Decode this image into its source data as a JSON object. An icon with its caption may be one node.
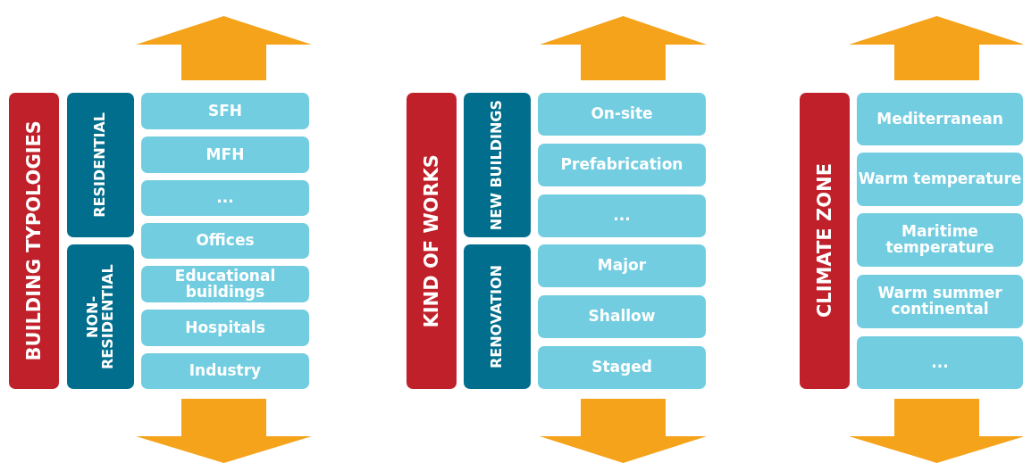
{
  "diagram": {
    "nodes": [
      {
        "text": [
          "BUILDING TYPOLOGIES"
        ]
      },
      {
        "text": [
          "RESIDENTIAL"
        ]
      },
      {
        "text": [
          "NON-RESIDENTIAL"
        ]
      },
      {
        "text": [
          "SFH"
        ]
      },
      {
        "text": [
          "MFH"
        ]
      },
      {
        "text": [
          "..."
        ]
      },
      {
        "text": [
          "Offices"
        ]
      },
      {
        "text": [
          "Educational buildings"
        ]
      },
      {
        "text": [
          "Hospitals"
        ]
      },
      {
        "text": [
          "Industry"
        ]
      },
      {
        "text": [
          "KIND OF WORKS"
        ]
      },
      {
        "text": [
          "NEW BUILDINGS"
        ]
      },
      {
        "text": [
          "RENOVATION"
        ]
      },
      {
        "text": [
          "On-site"
        ]
      },
      {
        "text": [
          "Prefabrication"
        ]
      },
      {
        "text": [
          "..."
        ]
      },
      {
        "text": [
          "Major"
        ]
      },
      {
        "text": [
          "Shallow"
        ]
      },
      {
        "text": [
          "Staged"
        ]
      },
      {
        "text": [
          "CLIMATE ZONE"
        ]
      },
      {
        "text": [
          "Mediterranean"
        ]
      },
      {
        "text": [
          "Warm temperature"
        ]
      },
      {
        "text": [
          "Maritime temperature"
        ]
      },
      {
        "text": [
          "Warm summer continental"
        ]
      },
      {
        "text": [
          "..."
        ]
      }
    ]
  }
}
